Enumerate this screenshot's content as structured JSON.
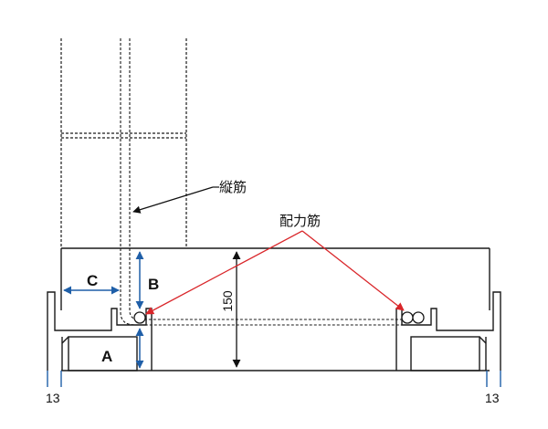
{
  "labels": {
    "vertical_bar": "縦筋",
    "main_bar": "配力筋",
    "dim_a": "A",
    "dim_b": "B",
    "dim_c": "C",
    "dim_150": "150",
    "dim_13_left": "13",
    "dim_13_right": "13"
  },
  "colors": {
    "line": "#1a1a1a",
    "dimension_blue": "#1f5fa8",
    "leader_red": "#d9262a"
  }
}
